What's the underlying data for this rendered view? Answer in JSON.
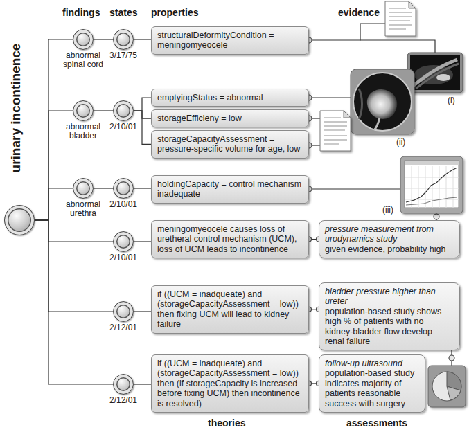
{
  "diagram": {
    "nodes": [
      {
        "text": [
          "urinary incontinence"
        ]
      },
      {
        "text": [
          "abnormal spinal cord"
        ]
      },
      {
        "text": [
          "3/17/75"
        ]
      },
      {
        "text": [
          "structuralDeformityCondition = meningomyeocele"
        ]
      },
      {
        "text": [
          "abnormal bladder"
        ]
      },
      {
        "text": [
          "2/10/01"
        ]
      },
      {
        "text": [
          "emptyingStatus = abnormal"
        ]
      },
      {
        "text": [
          "storageEfficieny = low"
        ]
      },
      {
        "text": [
          "storageCapacityAssessment = pressure-specific volume for age, low"
        ]
      },
      {
        "text": [
          "abnormal urethra"
        ]
      },
      {
        "text": [
          "2/10/01"
        ]
      },
      {
        "text": [
          "holdingCapacity = control mechanism inadequate"
        ]
      },
      {
        "text": [
          "2/10/01"
        ]
      },
      {
        "text": [
          "meningomyeocele causes loss of uretheral control mechanism (UCM), loss of UCM leads to incontinence"
        ]
      },
      {
        "text": [
          "pressure measurement from urodynamics study",
          "given evidence, probability high"
        ]
      },
      {
        "text": [
          "2/12/01"
        ]
      },
      {
        "text": [
          "if ((UCM = inadqueate) and (storageCapacityAssessment = low)) then fixing UCM will lead to kidney failure"
        ]
      },
      {
        "text": [
          "bladder pressure higher than ureter",
          "population-based study shows high % of patients with no kidney-bladder flow develop renal failure"
        ]
      },
      {
        "text": [
          "2/12/01"
        ]
      },
      {
        "text": [
          "if ((UCM = inadqueate) and (storageCapacityAssessment = low)) then (if storageCapacity is increased before fixing UCM) then incontinence is resolved)"
        ]
      },
      {
        "text": [
          "follow-up ultrasound",
          "population-based study indicates majority of patients reasonable success with surgery"
        ]
      }
    ],
    "edges": [
      {
        "from": 0,
        "to": 1,
        "arrow": "none"
      },
      {
        "from": 0,
        "to": 4,
        "arrow": "none"
      },
      {
        "from": 0,
        "to": 9,
        "arrow": "none"
      },
      {
        "from": 0,
        "to": 12,
        "arrow": "none"
      },
      {
        "from": 0,
        "to": 15,
        "arrow": "none"
      },
      {
        "from": 0,
        "to": 18,
        "arrow": "none"
      },
      {
        "from": 1,
        "to": 2,
        "arrow": "none"
      },
      {
        "from": 2,
        "to": 3,
        "arrow": "none"
      },
      {
        "from": 4,
        "to": 5,
        "arrow": "none"
      },
      {
        "from": 5,
        "to": 6,
        "arrow": "none"
      },
      {
        "from": 5,
        "to": 7,
        "arrow": "none"
      },
      {
        "from": 5,
        "to": 8,
        "arrow": "none"
      },
      {
        "from": 9,
        "to": 10,
        "arrow": "none"
      },
      {
        "from": 10,
        "to": 11,
        "arrow": "none"
      },
      {
        "from": 12,
        "to": 13,
        "arrow": "none"
      },
      {
        "from": 13,
        "to": 14,
        "arrow": "none"
      },
      {
        "from": 15,
        "to": 16,
        "arrow": "none"
      },
      {
        "from": 16,
        "to": 17,
        "arrow": "none"
      },
      {
        "from": 18,
        "to": 19,
        "arrow": "none"
      },
      {
        "from": 19,
        "to": 20,
        "arrow": "none"
      }
    ],
    "labels": [
      "findings",
      "states",
      "properties",
      "evidence",
      "theories",
      "assessments",
      "(i)",
      "(ii)",
      "(iii)"
    ]
  }
}
